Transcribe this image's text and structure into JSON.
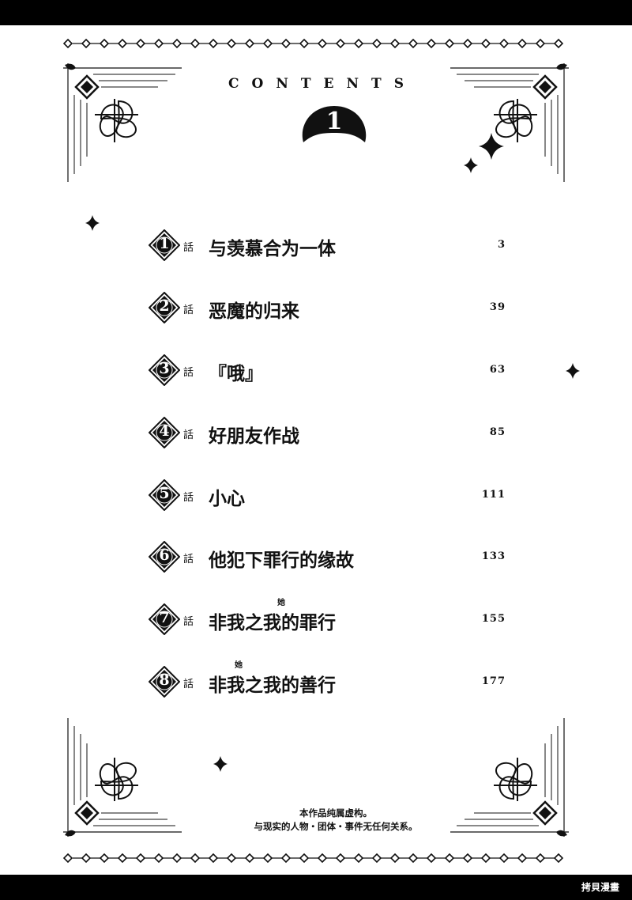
{
  "header": {
    "title": "CONTENTS",
    "volume": "1"
  },
  "chapter_suffix": "話",
  "chapters": [
    {
      "num": "1",
      "title": "与羡慕合为一体",
      "page": "3"
    },
    {
      "num": "2",
      "title": "恶魔的归来",
      "page": "39"
    },
    {
      "num": "3",
      "title": "『哦』",
      "page": "63"
    },
    {
      "num": "4",
      "title": "好朋友作战",
      "page": "85"
    },
    {
      "num": "5",
      "title": "小心",
      "page": "111"
    },
    {
      "num": "6",
      "title": "他犯下罪行的缘故",
      "page": "133"
    },
    {
      "num": "7",
      "title": "非我之我的罪行",
      "page": "155",
      "ruby": "她"
    },
    {
      "num": "8",
      "title": "非我之我的善行",
      "page": "177",
      "ruby": "她"
    }
  ],
  "disclaimer": {
    "line1": "本作品纯属虚构。",
    "line2": "与现实的人物・团体・事件无任何关系。"
  },
  "watermark": "拷貝漫畫"
}
